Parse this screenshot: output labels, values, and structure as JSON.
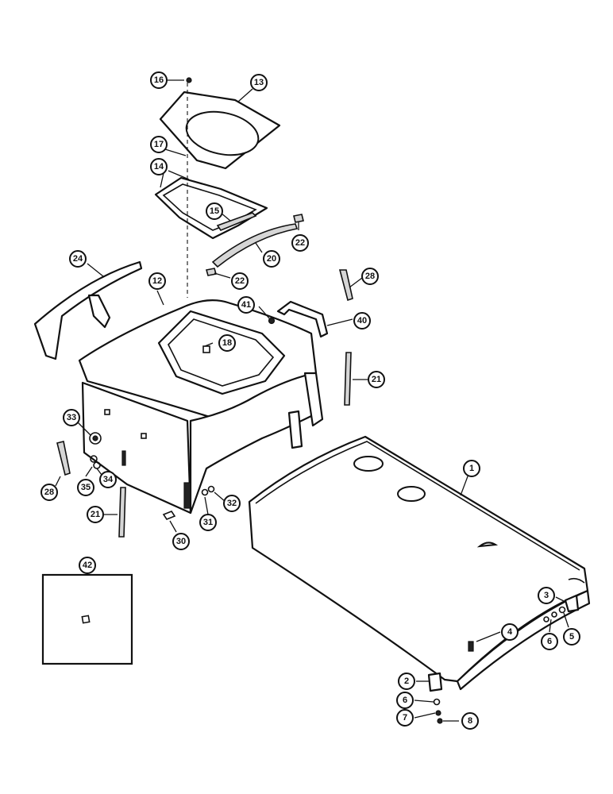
{
  "callouts": [
    {
      "id": "callout-1",
      "label": "1"
    },
    {
      "id": "callout-2",
      "label": "2"
    },
    {
      "id": "callout-3",
      "label": "3"
    },
    {
      "id": "callout-4",
      "label": "4"
    },
    {
      "id": "callout-5",
      "label": "5"
    },
    {
      "id": "callout-6a",
      "label": "6"
    },
    {
      "id": "callout-6b",
      "label": "6"
    },
    {
      "id": "callout-7",
      "label": "7"
    },
    {
      "id": "callout-8",
      "label": "8"
    },
    {
      "id": "callout-12",
      "label": "12"
    },
    {
      "id": "callout-13",
      "label": "13"
    },
    {
      "id": "callout-14",
      "label": "14"
    },
    {
      "id": "callout-15",
      "label": "15"
    },
    {
      "id": "callout-16",
      "label": "16"
    },
    {
      "id": "callout-17",
      "label": "17"
    },
    {
      "id": "callout-18",
      "label": "18"
    },
    {
      "id": "callout-20",
      "label": "20"
    },
    {
      "id": "callout-21a",
      "label": "21"
    },
    {
      "id": "callout-21b",
      "label": "21"
    },
    {
      "id": "callout-22a",
      "label": "22"
    },
    {
      "id": "callout-22b",
      "label": "22"
    },
    {
      "id": "callout-24",
      "label": "24"
    },
    {
      "id": "callout-28a",
      "label": "28"
    },
    {
      "id": "callout-28b",
      "label": "28"
    },
    {
      "id": "callout-30",
      "label": "30"
    },
    {
      "id": "callout-31",
      "label": "31"
    },
    {
      "id": "callout-32",
      "label": "32"
    },
    {
      "id": "callout-33",
      "label": "33"
    },
    {
      "id": "callout-34",
      "label": "34"
    },
    {
      "id": "callout-35",
      "label": "35"
    },
    {
      "id": "callout-40",
      "label": "40"
    },
    {
      "id": "callout-41",
      "label": "41"
    },
    {
      "id": "callout-42",
      "label": "42"
    }
  ]
}
